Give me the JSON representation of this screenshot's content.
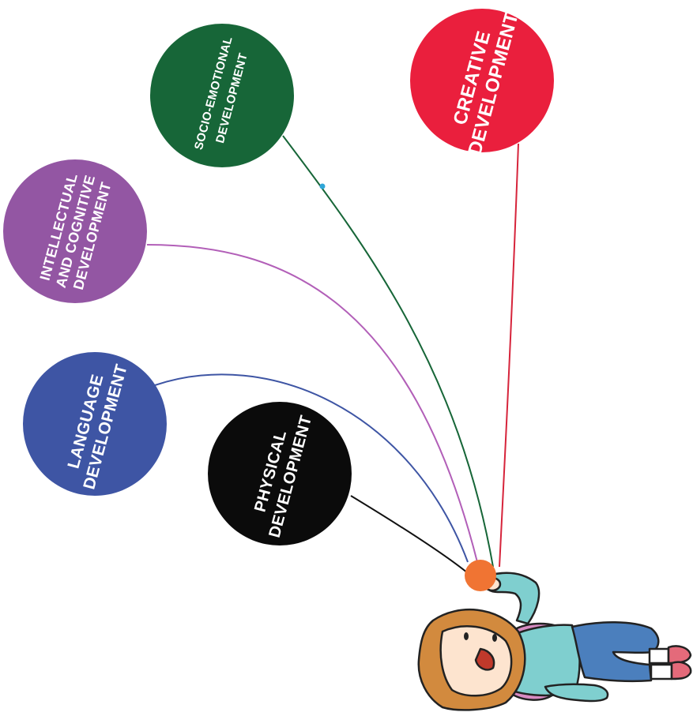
{
  "balloons": [
    {
      "id": "socio-emotional",
      "lines": [
        "SOCIO-EMOTIONAL",
        "DEVELOPMENT"
      ],
      "color": "#176638",
      "string_color": "#176638"
    },
    {
      "id": "creative",
      "lines": [
        "CREATIVE",
        "DEVELOPMENT"
      ],
      "color": "#ea1f3d",
      "string_color": "#d6243b"
    },
    {
      "id": "intellectual-cognitive",
      "lines": [
        "INTELLECTUAL",
        "AND COGNITIVE",
        "DEVELOPMENT"
      ],
      "color": "#9356a3",
      "string_color": "#b25fb8"
    },
    {
      "id": "language",
      "lines": [
        "LANGUAGE",
        "DEVELOPMENT"
      ],
      "color": "#3e55a4",
      "string_color": "#3e55a4"
    },
    {
      "id": "physical",
      "lines": [
        "PHYSICAL",
        "DEVELOPMENT"
      ],
      "color": "#0b0b0b",
      "string_color": "#111111"
    }
  ],
  "hand_knot_color": "#f07433",
  "girl": {
    "hair_color": "#d28a3e",
    "shirt_color": "#7fcfcf",
    "pants_color": "#4b7fbd",
    "backpack_color": "#d88bc2",
    "shoe_color": "#e46a7a"
  }
}
